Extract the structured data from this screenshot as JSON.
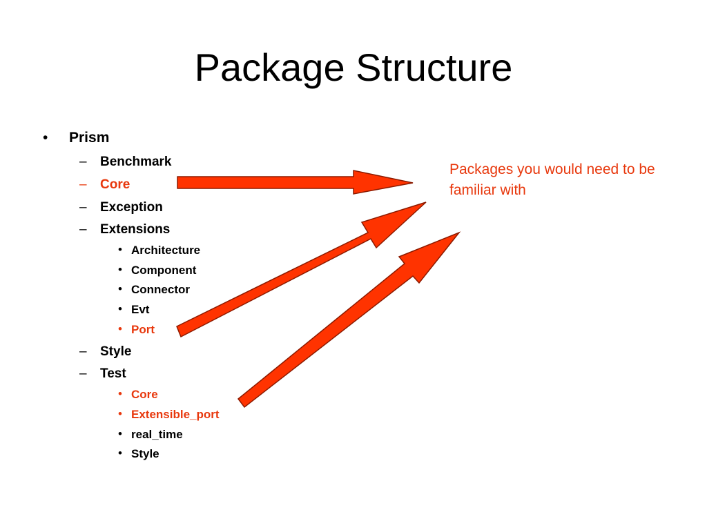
{
  "slide": {
    "title": "Package Structure",
    "callout": "Packages you would need to be familiar with"
  },
  "colors": {
    "accent": "#e8380d",
    "arrow_fill": "#ff3300",
    "arrow_stroke": "#8b1a00",
    "text": "#000000"
  },
  "outline": {
    "prism": {
      "marker": "•",
      "label": "Prism"
    },
    "benchmark": {
      "marker": "–",
      "label": "Benchmark"
    },
    "core": {
      "marker": "–",
      "label": "Core",
      "highlighted": true
    },
    "exception": {
      "marker": "–",
      "label": "Exception"
    },
    "extensions": {
      "marker": "–",
      "label": "Extensions"
    },
    "architecture": {
      "marker": "•",
      "label": "Architecture"
    },
    "component": {
      "marker": "•",
      "label": "Component"
    },
    "connector": {
      "marker": "•",
      "label": "Connector"
    },
    "evt": {
      "marker": "•",
      "label": "Evt"
    },
    "port": {
      "marker": "•",
      "label": "Port",
      "highlighted": true
    },
    "style": {
      "marker": "–",
      "label": "Style"
    },
    "test": {
      "marker": "–",
      "label": "Test"
    },
    "test_core": {
      "marker": "•",
      "label": "Core",
      "highlighted": true
    },
    "test_extensible_port": {
      "marker": "•",
      "label": "Extensible_port",
      "highlighted": true
    },
    "test_real_time": {
      "marker": "•",
      "label": "real_time"
    },
    "test_style": {
      "marker": "•",
      "label": "Style"
    }
  }
}
